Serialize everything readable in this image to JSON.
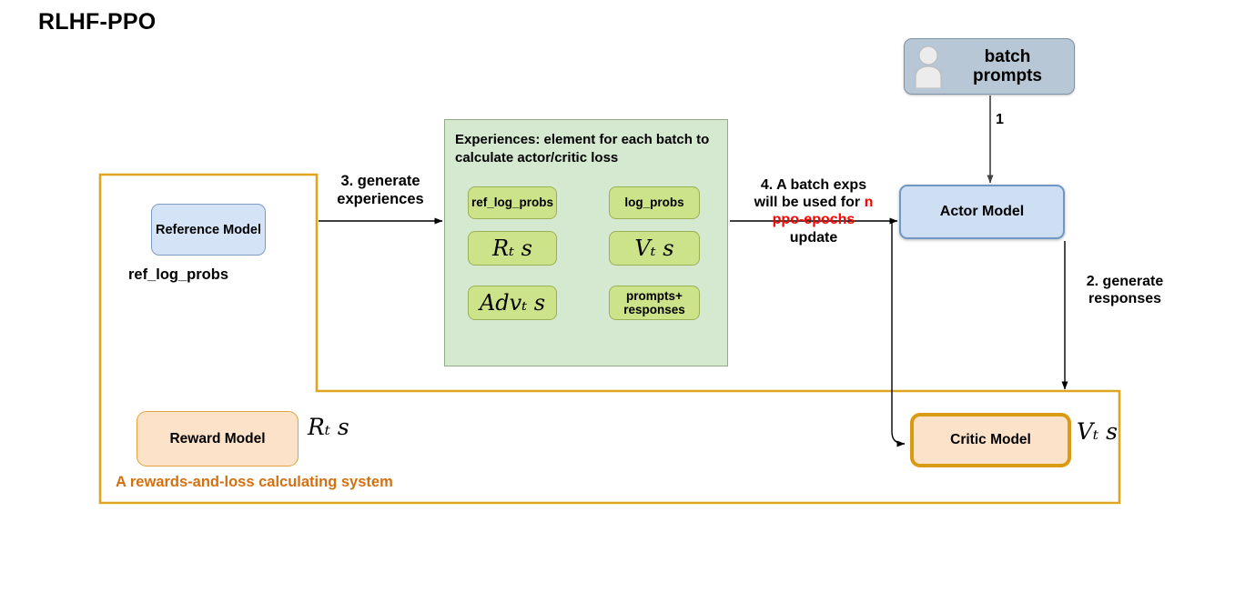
{
  "page": {
    "title": "RLHF-PPO"
  },
  "nodes": {
    "batch_prompts": {
      "label": "batch\nprompts",
      "icon": "person-icon",
      "fill": "#b8c7d6"
    },
    "actor_model": {
      "label": "Actor Model",
      "fill": "#cfdff3",
      "border": "#6f96c4"
    },
    "reference_model": {
      "label": "Reference Model",
      "fill": "#d5e3f7",
      "border": "#7f9cc4"
    },
    "reference_model_caption": "ref_log_probs",
    "reward_model": {
      "label": "Reward Model",
      "fill": "#fce2c8",
      "border": "#e0a33e"
    },
    "reward_model_math": "Rₜ s",
    "critic_model": {
      "label": "Critic Model",
      "fill": "#fce2c8",
      "border": "#d99b14"
    },
    "critic_model_math": "Vₜ s"
  },
  "experiences": {
    "title": "Experiences: element for each batch to calculate actor/critic loss",
    "fill": "#d5e8d0",
    "item_fill": "#cde38a",
    "items": [
      {
        "label": "ref_log_probs",
        "style": "text"
      },
      {
        "label": "log_probs",
        "style": "text"
      },
      {
        "label": "Rₜ s",
        "style": "math"
      },
      {
        "label": "Vₜ s",
        "style": "math"
      },
      {
        "label": "Advₜ s",
        "style": "math"
      },
      {
        "label": "prompts+\nresponses",
        "style": "text"
      }
    ]
  },
  "system_container": {
    "caption": "A rewards-and-loss calculating system",
    "color": "#e0a520"
  },
  "edges": [
    {
      "id": "1",
      "label": "1",
      "from": "batch_prompts",
      "to": "actor_model"
    },
    {
      "id": "2",
      "label": "2. generate\nresponses",
      "from": "actor_model",
      "to": "critic_model_area"
    },
    {
      "id": "3",
      "label": "3. generate\nexperiences",
      "from": "system_container",
      "to": "experiences"
    },
    {
      "id": "4",
      "label_parts": [
        "4. A batch exps",
        "will be used for ",
        "n",
        "ppo-epochs",
        "update"
      ],
      "from": "experiences",
      "to": "actor_model"
    }
  ],
  "labels": {
    "label_1": "1",
    "label_2_line1": "2. generate",
    "label_2_line2": "responses",
    "label_3_line1": "3. generate",
    "label_3_line2": "experiences",
    "label_4_line1": "4. A batch exps",
    "label_4_line2a": "will be used for ",
    "label_4_line2b": "n",
    "label_4_line3": "ppo-epochs",
    "label_4_line4": "update"
  },
  "colors": {
    "accent_orange": "#e0a520",
    "caption_orange": "#d4700f",
    "highlight_red": "#ff0000",
    "green_panel": "#d5e8d0",
    "green_item": "#cde38a",
    "blue_node": "#cfdff3",
    "peach_node": "#fce2c8"
  }
}
